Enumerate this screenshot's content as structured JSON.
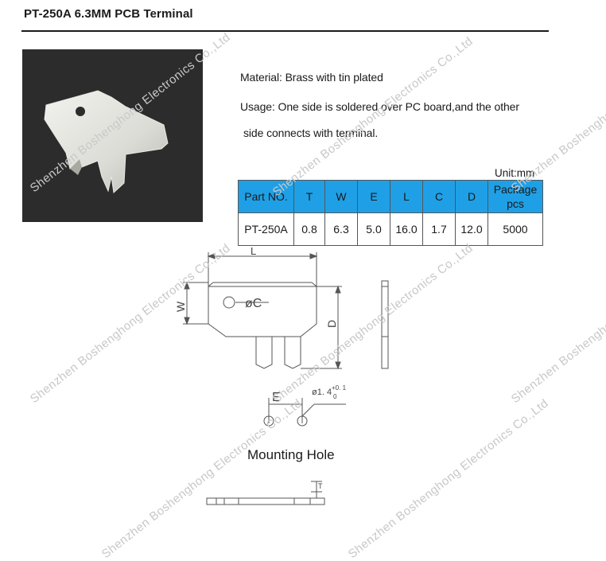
{
  "header": {
    "title": "PT-250A  6.3MM PCB Terminal"
  },
  "product": {
    "material": "Material: Brass with tin plated",
    "usage_line1": "Usage: One side is soldered over PC board,and the other",
    "usage_line2": "side connects with terminal."
  },
  "spec_table": {
    "unit": "Unit:mm",
    "headers": [
      "Part NO.",
      "T",
      "W",
      "E",
      "L",
      "C",
      "D"
    ],
    "package_header_line1": "Package",
    "package_header_line2": "pcs",
    "row": [
      "PT-250A",
      "0.8",
      "6.3",
      "5.0",
      "16.0",
      "1.7",
      "12.0",
      "5000"
    ]
  },
  "drawing": {
    "dim_L": "L",
    "dim_W": "W",
    "dim_D": "D",
    "dim_C": "øC",
    "dim_E": "E",
    "hole_dim": "ø1. 4",
    "hole_tol_upper": "+0. 1",
    "hole_tol_lower": "0",
    "dim_T": "T",
    "mounting_hole_label": "Mounting Hole"
  },
  "watermark": {
    "text": "Shenzhen Boshenghong Electronics Co.,Ltd"
  },
  "colors": {
    "table_header_bg": "#1fa0e6",
    "photo_bg": "#2c2c2c",
    "watermark": "#c8c8c8"
  }
}
